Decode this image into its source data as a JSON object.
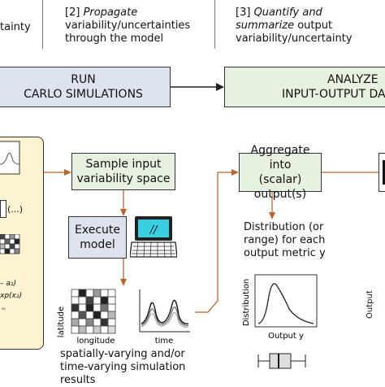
{
  "steps": {
    "step1_fragment": "tainty",
    "step2": {
      "num": "[2]",
      "title": "Propagate",
      "line2": "variability/uncertainties",
      "line3": "through the model"
    },
    "step3": {
      "num": "[3]",
      "title": "Quantify and",
      "line2_italic": "summarize",
      "line2_rest": " output",
      "line3": "variability/uncertainty"
    }
  },
  "banners": {
    "run_line1": "RUN",
    "run_line2": "CARLO SIMULATIONS",
    "analyze_line1": "ANALYZE",
    "analyze_line2": "INPUT-OUTPUT DA"
  },
  "inputs_panel": {
    "ellipsis": "(...)",
    "formula1": "– a₂)",
    "formula2": "xp(x₂)"
  },
  "boxes": {
    "sample_line1": "Sample input",
    "sample_line2": "variability space",
    "execute_line1": "Execute",
    "execute_line2": "model",
    "aggregate_line1": "Aggregate into",
    "aggregate_line2": "(scalar) output(s)"
  },
  "laptop_screen_text": "//",
  "heatmap_labels": {
    "y": "latitude",
    "x": "longitude"
  },
  "timeseries_label": "time",
  "results_caption": [
    "spatially-varying and/or",
    "time-varying simulation",
    "results"
  ],
  "distribution_text": [
    "Distribution (or",
    "range) for each",
    "output metric y"
  ],
  "dist_plot": {
    "ylabel": "Distribution",
    "xlabel": "Output y"
  },
  "right_edge_label": "Output",
  "colors": {
    "blue_box": "#dde3ee",
    "green_box": "#e6f2df",
    "yellow_panel": "#fdf2d2",
    "orange_arrow": "#c0632f",
    "accent_arrow": "#333333"
  }
}
